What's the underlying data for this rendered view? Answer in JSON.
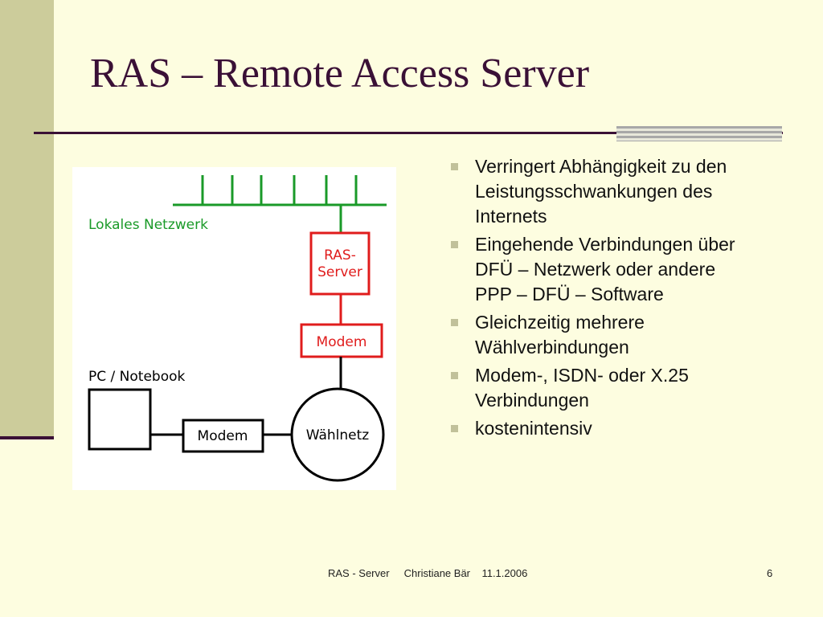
{
  "slide": {
    "title": "RAS – Remote Access Server",
    "bullets": [
      "Verringert Abhängigkeit zu den Leistungsschwankungen des Internets",
      "Eingehende Verbindungen über DFÜ – Netzwerk oder andere PPP – DFÜ – Software",
      "Gleichzeitig mehrere Wählverbindungen",
      "Modem-, ISDN- oder X.25 Verbindungen",
      "kostenintensiv"
    ]
  },
  "diagram": {
    "lan_label": "Lokales Netzwerk",
    "ras_line1": "RAS-",
    "ras_line2": "Server",
    "modem_top_label": "Modem",
    "pc_label": "PC / Notebook",
    "modem_bottom_label": "Modem",
    "dialup_label": "Wählnetz",
    "colors": {
      "network": "#1a9a28",
      "ras_path": "#e01c1c",
      "client_path": "#000000"
    }
  },
  "footer": {
    "center": "RAS - Server     Christiane Bär    11.1.2006",
    "page_number": "6"
  },
  "theme": {
    "background": "#fdfde0",
    "side_band": "#cccc9b",
    "title_color": "#3a1036"
  }
}
